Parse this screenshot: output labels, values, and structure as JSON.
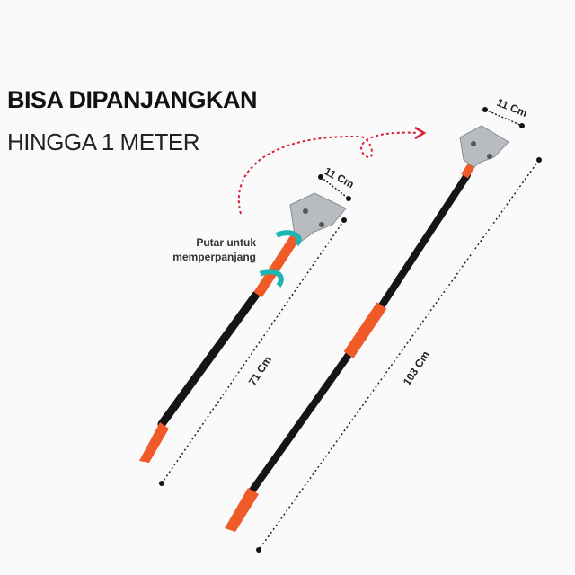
{
  "headline": "BISA DIPANJANGKAN",
  "subheadline": "HINGGA 1 METER",
  "instruction": {
    "line1": "Putar untuk",
    "line2": "memperpanjang"
  },
  "short_tool": {
    "head_width": "11 Cm",
    "length": "71 Cm"
  },
  "long_tool": {
    "head_width": "11 Cm",
    "length": "103 Cm"
  },
  "colors": {
    "accent_orange": "#f05a28",
    "handle_black": "#151515",
    "arrow_red": "#d9213a",
    "twist_teal": "#1fb5b0"
  }
}
